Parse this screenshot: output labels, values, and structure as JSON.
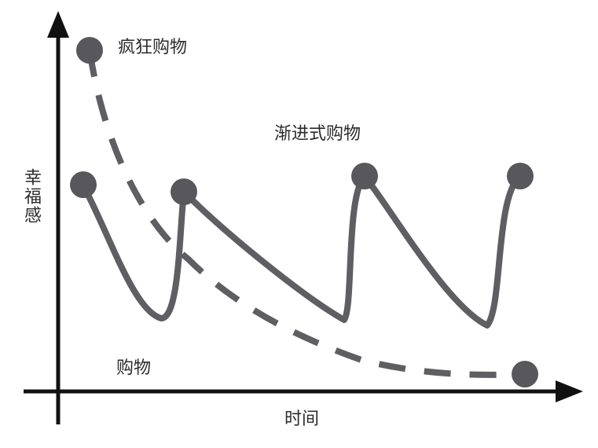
{
  "labels": {
    "crazy_shopping": "疯狂购物",
    "gradual_shopping": "渐进式购物",
    "shopping": "购物",
    "x_axis": "时间",
    "y_axis": "幸福感"
  },
  "colors": {
    "axis": "#111111",
    "curve": "#5f5f63",
    "dot": "#58585c",
    "text": "#2b2b2b"
  }
}
